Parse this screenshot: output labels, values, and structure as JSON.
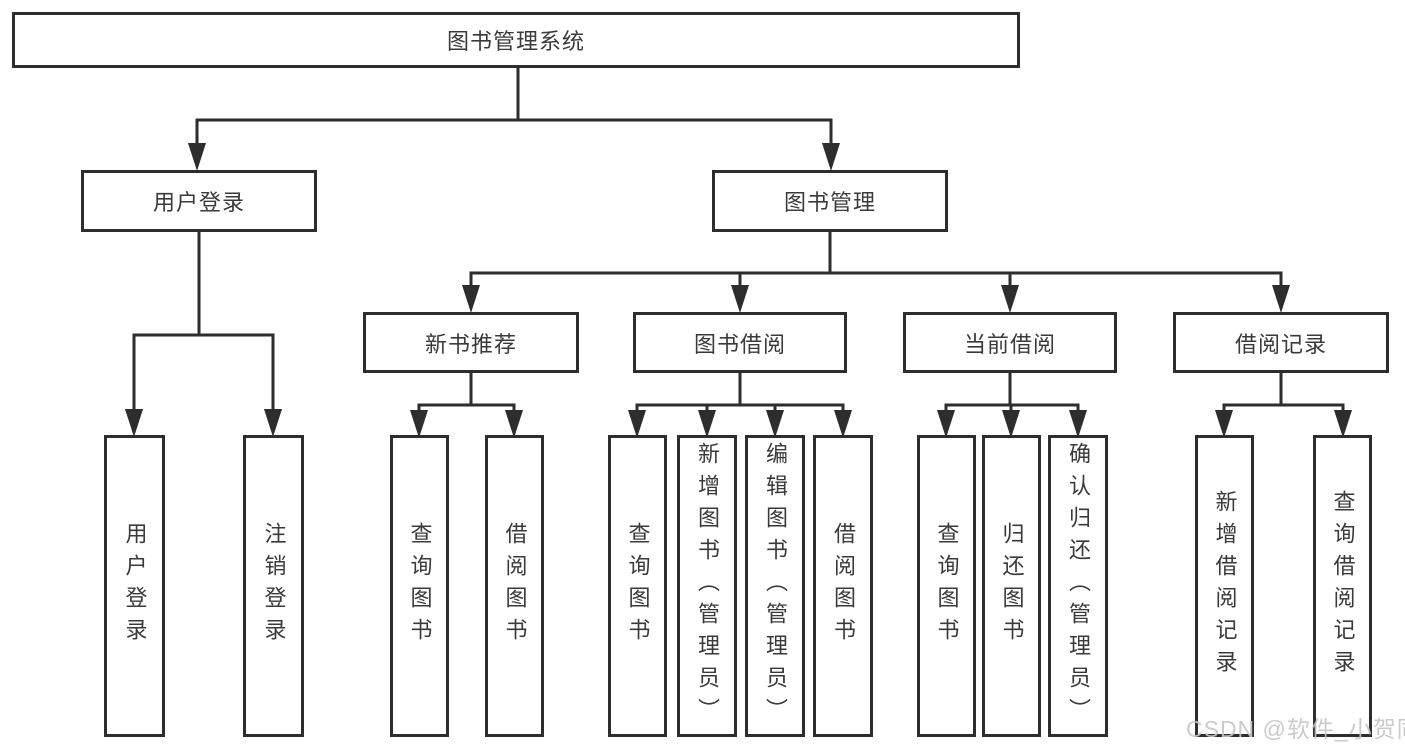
{
  "diagram_title": "图书管理系统",
  "colors": {
    "line": "#2d2d2d",
    "box_border": "#2d2d2d",
    "text": "#3a3a3a",
    "watermark": "#c6c6c6",
    "background": "#ffffff"
  },
  "tree": {
    "root": "图书管理系统",
    "children": [
      {
        "label": "用户登录",
        "children": [
          "用户登录",
          "注销登录"
        ]
      },
      {
        "label": "图书管理",
        "children": [
          {
            "label": "新书推荐",
            "children": [
              "查询图书",
              "借阅图书"
            ]
          },
          {
            "label": "图书借阅",
            "children": [
              "查询图书",
              "新增图书（管理员）",
              "编辑图书（管理员）",
              "借阅图书"
            ]
          },
          {
            "label": "当前借阅",
            "children": [
              "查询图书",
              "归还图书",
              "确认归还（管理员）"
            ]
          },
          {
            "label": "借阅记录",
            "children": [
              "新增借阅记录",
              "查询借阅记录"
            ]
          }
        ]
      }
    ]
  },
  "watermark": {
    "text": "CSDN @软件_小贺同学"
  }
}
